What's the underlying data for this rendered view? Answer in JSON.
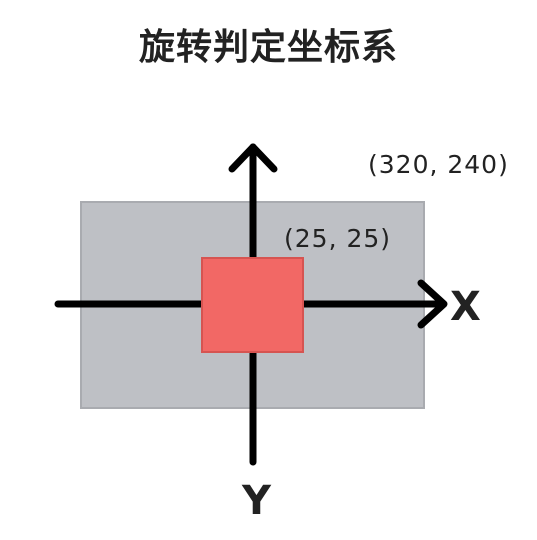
{
  "title": "旋转判定坐标系",
  "outer_rect": {
    "label": "(320, 240)",
    "fill": "#bec0c5",
    "stroke": "#a9abb0"
  },
  "inner_rect": {
    "label": "(25, 25)",
    "fill": "#f26865",
    "stroke": "#d65451"
  },
  "axes": {
    "x_label": "X",
    "y_label": "Y",
    "color": "#000000"
  }
}
